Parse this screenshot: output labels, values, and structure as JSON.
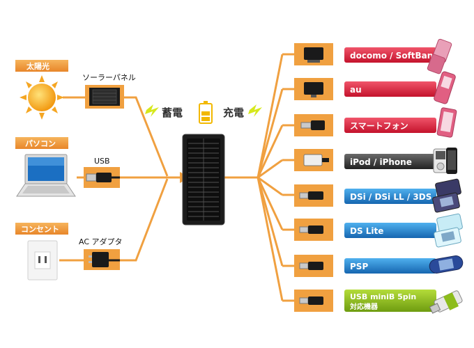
{
  "sources": [
    {
      "tag": "太陽光",
      "device_label": "ソーラーパネル",
      "icon": "sun-icon"
    },
    {
      "tag": "パソコン",
      "device_label": "USB",
      "icon": "laptop-icon"
    },
    {
      "tag": "コンセント",
      "device_label": "AC アダプタ",
      "icon": "wall-outlet-icon"
    }
  ],
  "center": {
    "store_label": "蓄電",
    "charge_label": "充電"
  },
  "targets": [
    {
      "label": "docomo / SoftBank",
      "color": "#d4213b",
      "icon": "flip-phone-icon"
    },
    {
      "label": "au",
      "color": "#d4213b",
      "icon": "slide-phone-icon"
    },
    {
      "label": "スマートフォン",
      "color": "#d4213b",
      "icon": "smartphone-icon"
    },
    {
      "label": "iPod / iPhone",
      "color": "#3a3a3a",
      "icon": "ipod-iphone-icon"
    },
    {
      "label": "DSi / DSi LL / 3DS",
      "color": "#1e7fc8",
      "icon": "dsi-icon"
    },
    {
      "label": "DS Lite",
      "color": "#1e7fc8",
      "icon": "ds-lite-icon"
    },
    {
      "label": "PSP",
      "color": "#1e7fc8",
      "icon": "psp-icon"
    },
    {
      "label_line1": "USB miniB 5pin",
      "label_line2": "対応機器",
      "color": "#8cbc1c",
      "icon": "usb-stick-icon"
    }
  ],
  "colors": {
    "orange": "#f0a040",
    "source_tag": "#ef8a2a",
    "line": "#f0a040",
    "lightning": "#d6e81c",
    "battery": "#f2b800"
  }
}
